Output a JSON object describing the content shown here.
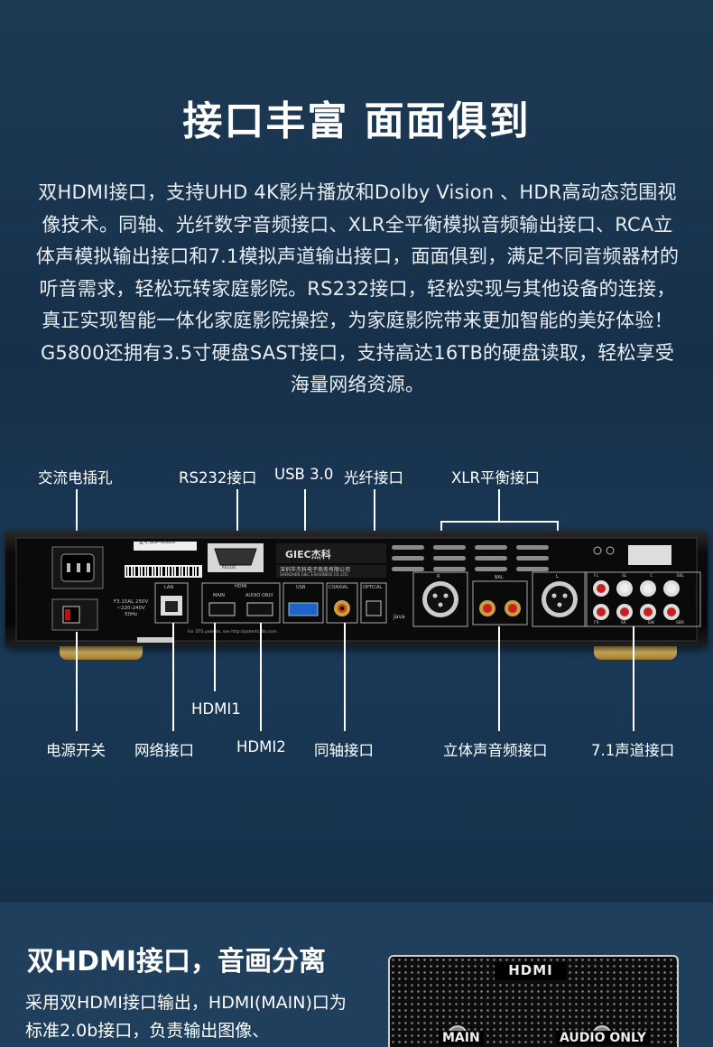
{
  "headline": "接口丰富  面面俱到",
  "intro": "双HDMI接口，支持UHD 4K影片播放和Dolby Vision 、HDR高动态范围视像技术。同轴、光纤数字音频接口、XLR全平衡模拟音频输出接口、RCA立体声模拟输出接口和7.1模拟声道输出接口，面面俱到，满足不同音频器材的听音需求，轻松玩转家庭影院。RS232接口，轻松实现与其他设备的连接，真正实现智能一体化家庭影院操控，为家庭影院带来更加智能的美好体验！G5800还拥有3.5寸硬盘SAST接口，支持高达16TB的硬盘读取，轻松享受海量网络资源。",
  "callouts_top": {
    "ac": "交流电插孔",
    "rs232": "RS232接口",
    "usb": "USB 3.0",
    "optical": "光纤接口",
    "xlr": "XLR平衡接口"
  },
  "callouts_bottom": {
    "hdmi1": "HDMI1",
    "power": "电源开关",
    "lan": "网络接口",
    "hdmi2": "HDMI2",
    "coax": "同轴接口",
    "stereo": "立体声音频接口",
    "surround": "7.1声道接口"
  },
  "device_labels": {
    "brand": "GIEC杰科",
    "company": "深圳市杰科电子商务有限公司",
    "company_en": "SHENZHEN GIEC E-BUSINESS CO.,LTD.",
    "model_tag": "型号:BDP-G5800",
    "rs232": "RS232C",
    "lan": "LAN",
    "hdmi": "HDMI",
    "main": "MAIN",
    "audio_only": "AUDIO ONLY",
    "usb": "USB",
    "coaxial": "COAXIAL",
    "optical": "OPTICAL",
    "fuse": "F3.15AL 250V",
    "voltage": "~220-240V",
    "freq": "50Hz",
    "bal": "BAL",
    "xlr_r": "R",
    "xlr_l": "L",
    "dts": "For DTS patents, see http://patents.dts.com.",
    "java": "Java",
    "ch": [
      "FL",
      "SL",
      "C",
      "SBL",
      "FR",
      "SR",
      "SW",
      "SBR"
    ]
  },
  "section2": {
    "title": "双HDMI接口，音画分离",
    "body": "采用双HDMI接口输出，HDMI(MAIN)口为标准2.0b接口，负责输出图像、",
    "panel_title": "HDMI",
    "panel_main": "MAIN",
    "panel_audio_only": "AUDIO ONLY"
  }
}
